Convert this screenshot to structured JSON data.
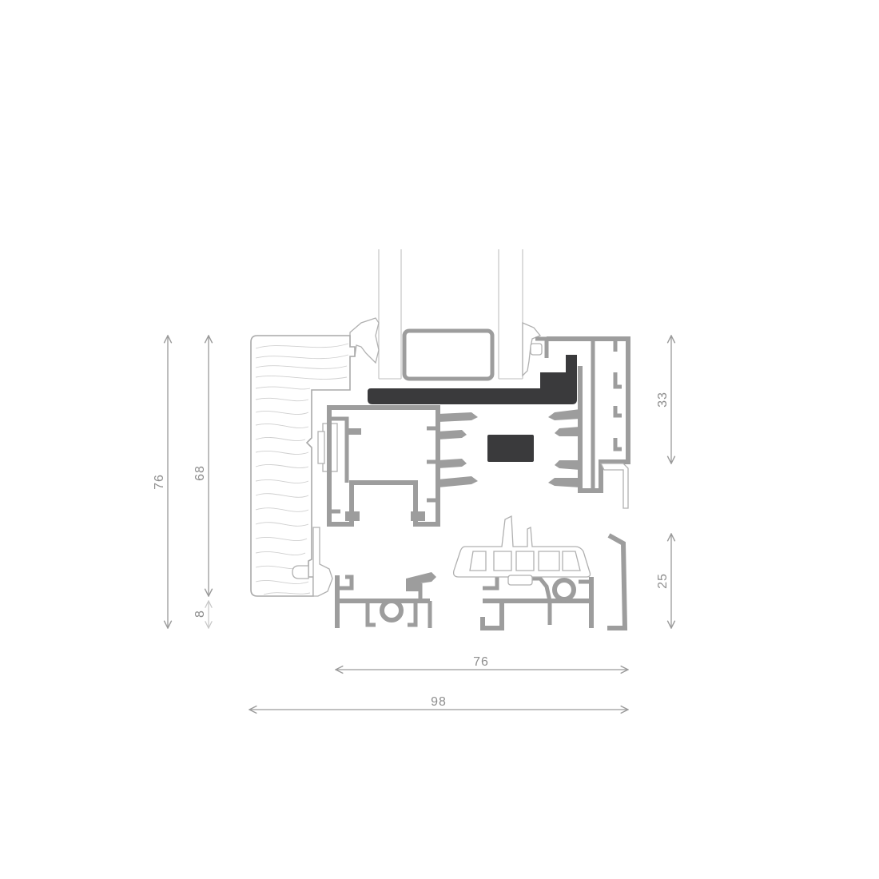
{
  "dimensions": {
    "left_total": "76",
    "left_upper": "68",
    "left_lower": "8",
    "right_upper": "33",
    "right_lower": "25",
    "bottom_inner": "76",
    "bottom_total": "98"
  },
  "colors": {
    "aluminium": "#9d9d9d",
    "gasket": "#3a3a3c",
    "dimension": "#8e8e8e",
    "outline": "#b0b0b0"
  }
}
